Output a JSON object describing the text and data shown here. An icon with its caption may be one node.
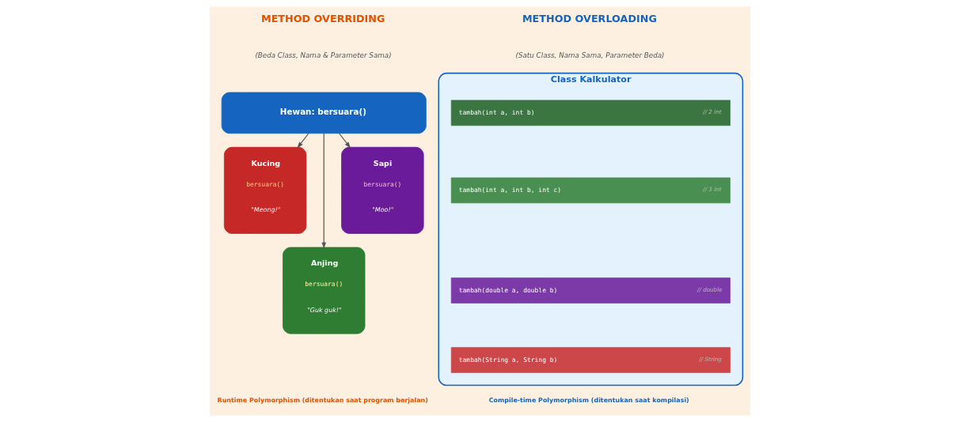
{
  "diagram": {
    "nodes": [
      {
        "text": [
          "Hewan: bersuara()"
        ]
      },
      {
        "text": [
          "Kucing",
          "bersuara()",
          "\"Meong!\""
        ]
      },
      {
        "text": [
          "Anjing",
          "bersuara()",
          "\"Guk guk!\""
        ]
      },
      {
        "text": [
          "Sapi",
          "bersuara()",
          "\"Moo!\""
        ]
      },
      {
        "text": [
          "Class Kalkulator"
        ]
      },
      {
        "text": [
          "tambah(int a, int b)",
          "// 2 int"
        ],
        "in": 4
      },
      {
        "text": [
          "tambah(int a, int b, int c)",
          "// 3 int"
        ],
        "in": 4
      },
      {
        "text": [
          "tambah(double a, double b)",
          "// double"
        ],
        "in": 4
      },
      {
        "text": [
          "tambah(String a, String b)",
          "// String"
        ],
        "in": 4
      }
    ],
    "edges": [
      {
        "from": 0,
        "to": 1,
        "arrow": "to"
      },
      {
        "from": 0,
        "to": 2,
        "arrow": "to"
      },
      {
        "from": 0,
        "to": 3,
        "arrow": "to"
      }
    ],
    "labels": [
      "METHOD OVERRIDING",
      "METHOD OVERLOADING",
      "(Beda Class, Nama & Parameter Sama)",
      "(Satu Class, Nama Sama, Parameter Beda)",
      "Runtime Polymorphism (ditentukan saat program berjalan)",
      "Compile-time Polymorphism (ditentukan saat kompilasi)"
    ]
  }
}
